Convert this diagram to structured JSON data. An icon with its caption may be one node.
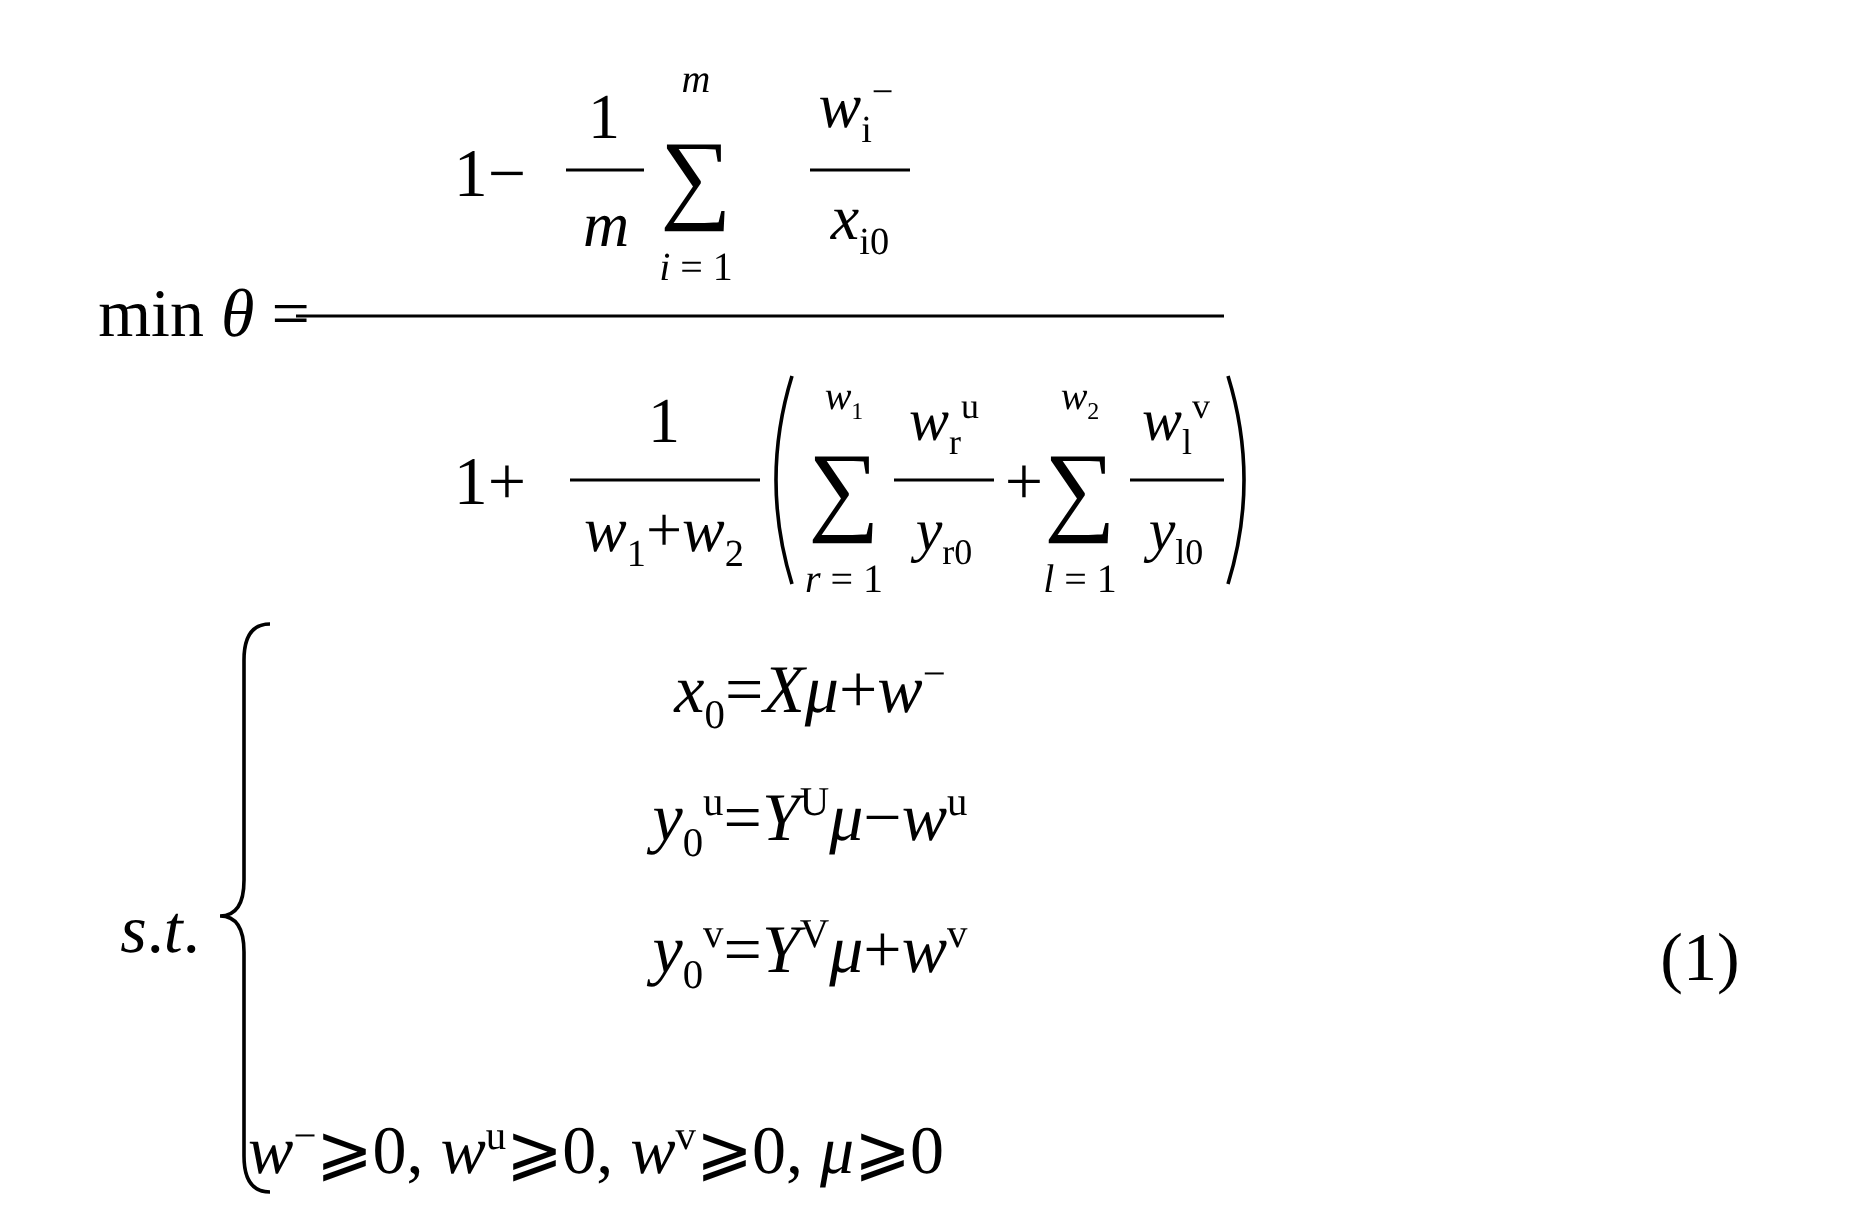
{
  "diagram": {
    "labels": [
      "min *θ* =",
      "1−",
      "1",
      "*m*",
      "∑",
      "*m*",
      "*i* = 1",
      "*w*$_{i}$$^{−}$",
      "*x*$_{i0}$",
      "1+",
      "1",
      "*w*$_{1}$+*w*$_{2}$",
      "∑",
      "*w*$_{1}$",
      "*r* = 1",
      "*w*$_{r}$$^{u}$",
      "*y*$_{r0}$",
      "+",
      "∑",
      "*w*$_{2}$",
      "*l* = 1",
      "*w*$_{l}$$^{v}$",
      "*y*$_{l0}$",
      "*s*.*t*.",
      "*x*$_{0}$=*Xμ*+*w*$^{−}$",
      "*y*$_{0}$$^{u}$=*Y*$^{U}$*μ*−*w*$^{u}$",
      "*y*$_{0}$$^{v}$=*Y*$^{V}$*μ*+*w*$^{v}$",
      "*w*$^{−}$⩾0, *w*$^{u}$⩾0, *w*$^{v}$⩾0, *μ*⩾0",
      "(1)"
    ]
  }
}
